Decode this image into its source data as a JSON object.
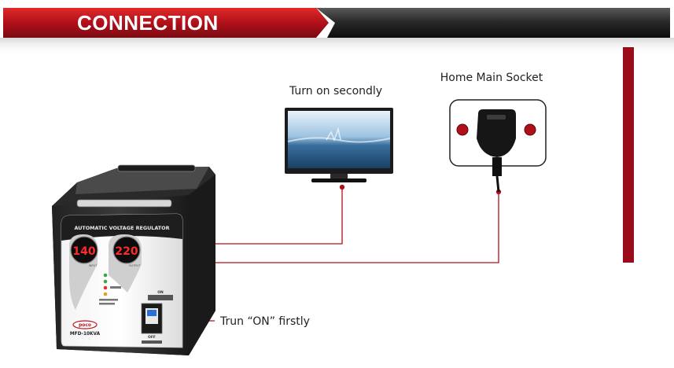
{
  "header": {
    "title": "CONNECTION",
    "accent_color": "#b0101a",
    "dark_color": "#1e1e1e"
  },
  "devices": {
    "tv": {
      "label": "Turn on secondly",
      "icon": "tv-icon"
    },
    "socket": {
      "label": "Home Main Socket",
      "icon": "wall-socket-icon"
    },
    "regulator": {
      "panel_title": "AUTOMATIC VOLTAGE REGULATOR",
      "input_reading": "140",
      "output_reading": "220",
      "input_caption": "INPUT",
      "output_caption": "OUTPUT",
      "brand": "poco",
      "model": "MFD-10KVA",
      "switch_on": "ON",
      "switch_off": "OFF",
      "switch_label": "Trun “ON” firstly",
      "display_color": "#ff2a2a",
      "icon": "voltage-regulator-icon"
    }
  },
  "colors": {
    "wire": "#b0101a",
    "side_bar": "#9a0c1a"
  }
}
